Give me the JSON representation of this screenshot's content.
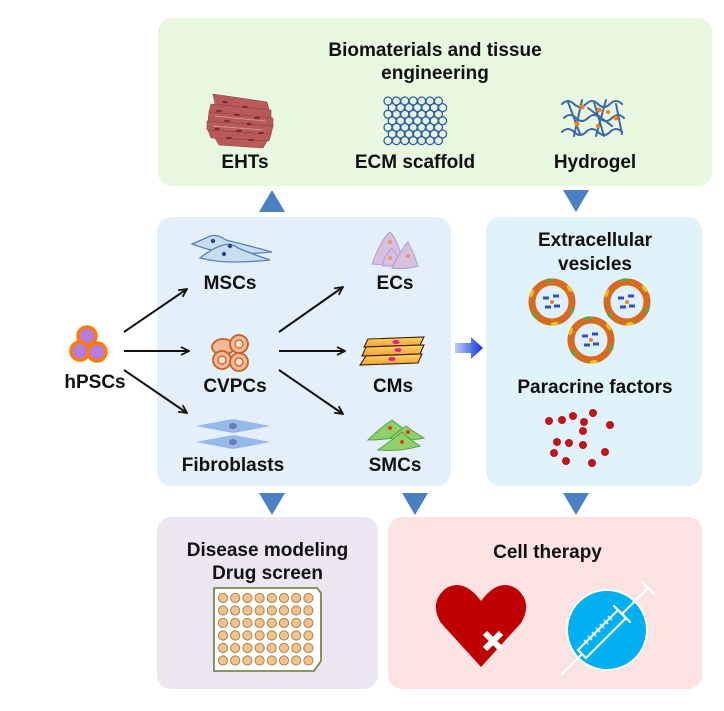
{
  "top_box": {
    "title_line1": "Biomaterials and tissue",
    "title_line2": "engineering",
    "items": [
      {
        "label": "EHTs",
        "icon": "engineered-heart-tissue-icon"
      },
      {
        "label": "ECM scaffold",
        "icon": "ecm-scaffold-icon"
      },
      {
        "label": "Hydrogel",
        "icon": "hydrogel-icon"
      }
    ]
  },
  "source": {
    "label": "hPSCs",
    "icon": "hpsc-cluster-icon"
  },
  "cell_types_box": {
    "progenitors": [
      {
        "label": "MSCs",
        "icon": "msc-cell-icon"
      },
      {
        "label": "CVPCs",
        "icon": "cvpc-cell-icon"
      },
      {
        "label": "Fibroblasts",
        "icon": "fibroblast-cell-icon"
      }
    ],
    "derived": [
      {
        "label": "ECs",
        "icon": "endothelial-cell-icon"
      },
      {
        "label": "CMs",
        "icon": "cardiomyocyte-icon"
      },
      {
        "label": "SMCs",
        "icon": "smooth-muscle-cell-icon"
      }
    ]
  },
  "secretome_box": {
    "title1_line1": "Extracellular",
    "title1_line2": "vesicles",
    "title2": "Paracrine factors"
  },
  "disease_box": {
    "title_line1": "Disease modeling",
    "title_line2": "Drug screen",
    "icon": "well-plate-icon"
  },
  "therapy_box": {
    "title": "Cell therapy",
    "icons": [
      "damaged-heart-icon",
      "syringe-icon"
    ]
  },
  "colors": {
    "top_box_bg": "#e8f7e0",
    "cells_box_bg": "#e3f0fb",
    "secretome_box_bg": "#e0f2fa",
    "disease_box_bg": "#ece6f3",
    "therapy_box_bg": "#fbe3e3",
    "arrow_blue": "#4a7fc4",
    "heart_red": "#c00000",
    "syringe_blue": "#00b0f0"
  }
}
